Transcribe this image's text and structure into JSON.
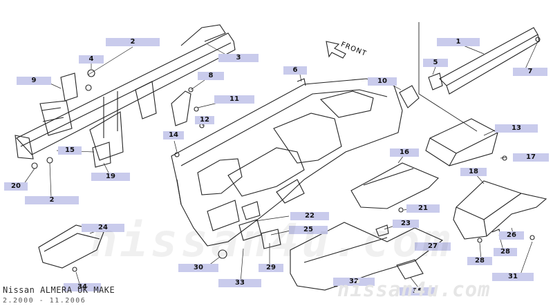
{
  "watermark": {
    "model_line": "Nissan ALMERA UK MAKE",
    "date_line": "2.2000 - 11.2006",
    "site": "nissan4u.com",
    "big_text": "nissan4u.com"
  },
  "direction_label": "FRONT",
  "callouts": [
    "1",
    "2",
    "3",
    "4",
    "5",
    "6",
    "7",
    "8",
    "9",
    "10",
    "11",
    "12",
    "13",
    "14",
    "15",
    "16",
    "17",
    "18",
    "19",
    "2",
    "20",
    "21",
    "22",
    "23",
    "24",
    "25",
    "26",
    "27",
    "28",
    "29",
    "30",
    "31",
    "32",
    "33",
    "34",
    "35"
  ]
}
